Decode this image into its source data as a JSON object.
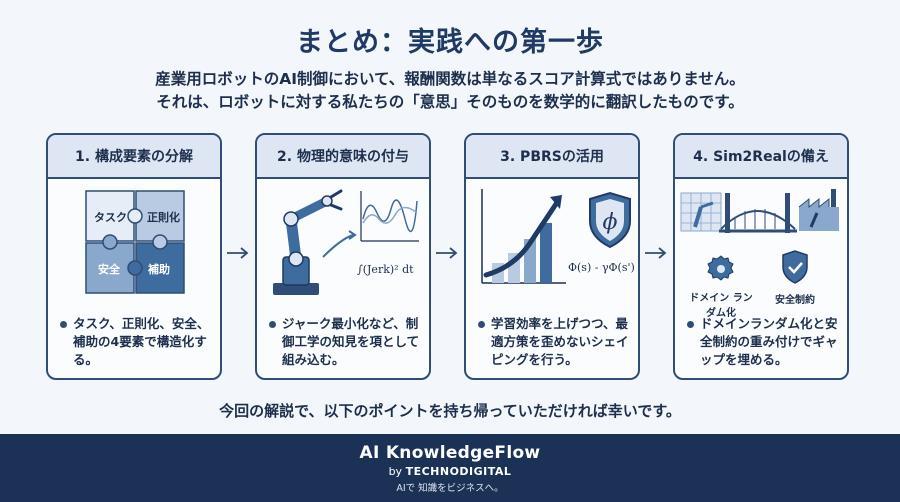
{
  "title": "まとめ：実践への第一歩",
  "intro": {
    "line1": "産業用ロボットのAI制御において、報酬関数は単なるスコア計算式ではありません。",
    "line2": "それは、ロボットに対する私たちの「意思」そのものを数学的に翻訳したものです。"
  },
  "cards": [
    {
      "heading": "1. 構成要素の分解",
      "labels": [
        "タスク",
        "正則化",
        "安全",
        "補助"
      ],
      "text": "タスク、正則化、安全、補助の4要素で構造化する。"
    },
    {
      "heading": "2. 物理的意味の付与",
      "formula": "∫(Jerk)² dt",
      "text": "ジャーク最小化など、制御工学の知見を項として組み込む。"
    },
    {
      "heading": "3. PBRSの活用",
      "formula": "Φ(s) - γΦ(s')",
      "text": "学習効率を上げつつ、最適方策を歪めないシェイピングを行う。"
    },
    {
      "heading": "4. Sim2Realの備え",
      "labels": [
        "ドメイン ランダム化",
        "安全制約"
      ],
      "text": "ドメインランダム化と安全制約の重み付けでギャップを埋める。"
    }
  ],
  "closing": "今回の解説で、以下のポイントを持ち帰っていただければ幸いです。",
  "footer": {
    "brand": "AI KnowledgeFlow",
    "by": "by",
    "company": "TECHNODIGITAL",
    "tagline": "AIで 知識をビジネスへ。"
  },
  "colors": {
    "navy": "#1f3a64",
    "accent_blue": "#3f6c9e",
    "light_blue": "#b9cbe2",
    "footer_bg": "#1b3256"
  }
}
